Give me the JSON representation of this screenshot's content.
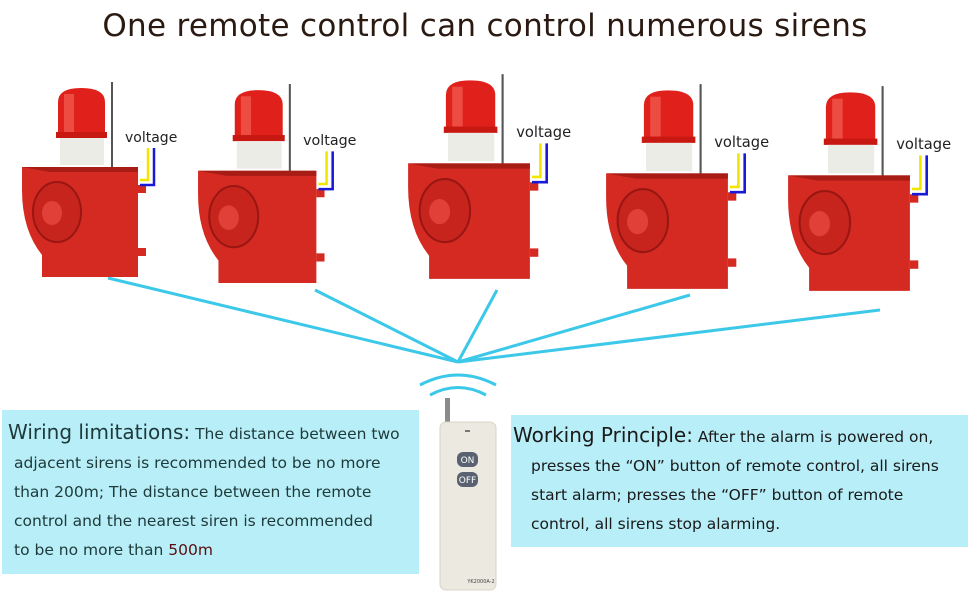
{
  "title": "One remote control can control numerous sirens",
  "sirens": [
    {
      "label": "voltage"
    },
    {
      "label": "voltage"
    },
    {
      "label": "voltage"
    },
    {
      "label": "voltage"
    },
    {
      "label": "voltage"
    }
  ],
  "remote": {
    "on_label": "ON",
    "off_label": "OFF",
    "model": "YK2000A-2"
  },
  "wiring": {
    "heading": "Wiring limitations:",
    "line1": "The distance between two",
    "line2": "adjacent sirens is recommended to be no more",
    "line3": "than 200m; The distance between the remote",
    "line4": "control and the nearest siren is recommended",
    "line5": "to be no more than",
    "distance": "500m"
  },
  "working": {
    "heading": "Working Principle:",
    "line1": "After the alarm is  powered on,",
    "line2": "presses the “ON” button of remote control, all sirens",
    "line3": "start alarm; presses the “OFF” button of remote",
    "line4": "control, all sirens stop alarming."
  },
  "colors": {
    "siren_red": "#d42a22",
    "signal_line": "#3cc8e8",
    "panel": "#b8eef8",
    "wire_yellow": "#f2e600",
    "wire_blue": "#1a1ad6"
  }
}
